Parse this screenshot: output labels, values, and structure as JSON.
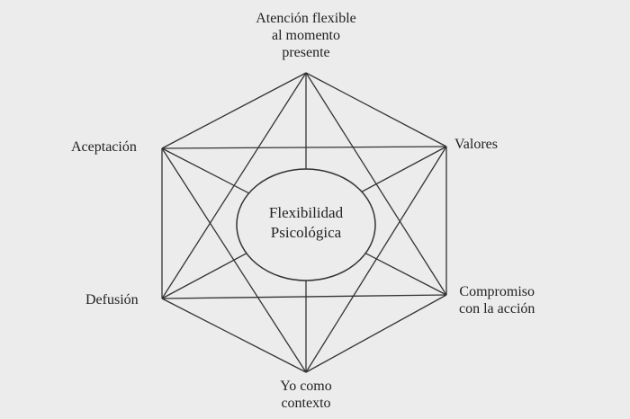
{
  "center_label": [
    "Flexibilidad",
    "Psicológica"
  ],
  "nodes": {
    "top": [
      "Atención flexible",
      "al momento",
      "presente"
    ],
    "upper_right": [
      "Valores"
    ],
    "lower_right": [
      "Compromiso",
      "con la acción"
    ],
    "bottom": [
      "Yo como",
      "contexto"
    ],
    "lower_left": [
      "Defusión"
    ],
    "upper_left": [
      "Aceptación"
    ]
  },
  "colors": {
    "background": "#ececec",
    "line": "#333333"
  }
}
